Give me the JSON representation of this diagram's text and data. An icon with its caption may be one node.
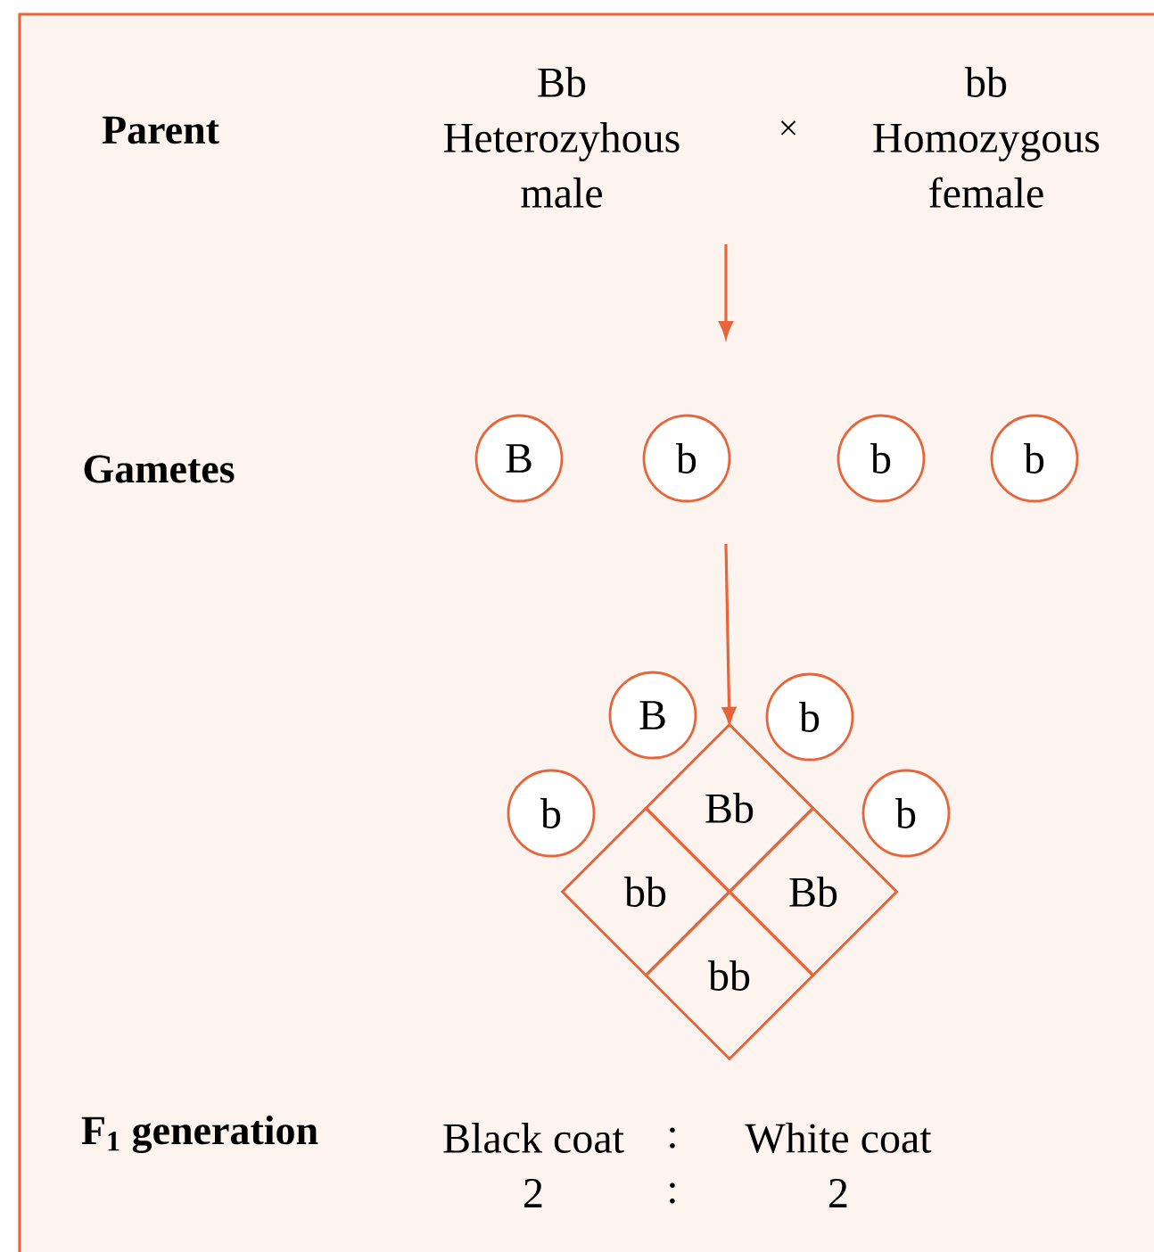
{
  "diagram": {
    "nodes": [
      {
        "text": [
          "Bb",
          "Heterozyhous male"
        ]
      },
      {
        "text": [
          "bb",
          "Homozygous female"
        ]
      },
      {
        "text": [
          "B"
        ]
      },
      {
        "text": [
          "b"
        ]
      },
      {
        "text": [
          "b"
        ]
      },
      {
        "text": [
          "b"
        ]
      },
      {
        "text": [
          "B"
        ]
      },
      {
        "text": [
          "b"
        ]
      },
      {
        "text": [
          "b"
        ]
      },
      {
        "text": [
          "b"
        ]
      },
      {
        "text": [],
        "shape": "diamond"
      },
      {
        "text": [
          "Bb"
        ],
        "in": 10
      },
      {
        "text": [
          "bb"
        ],
        "in": 10
      },
      {
        "text": [
          "Bb"
        ],
        "in": 10
      },
      {
        "text": [
          "bb"
        ],
        "in": 10
      }
    ],
    "edges": [
      {
        "from": null,
        "to": 10,
        "arrow": "to"
      }
    ],
    "labels": [
      "Parent",
      "×",
      "Gametes",
      "F$_{1}$ generation",
      "Black coat",
      ":",
      "White coat",
      "2",
      ":",
      "2"
    ]
  }
}
